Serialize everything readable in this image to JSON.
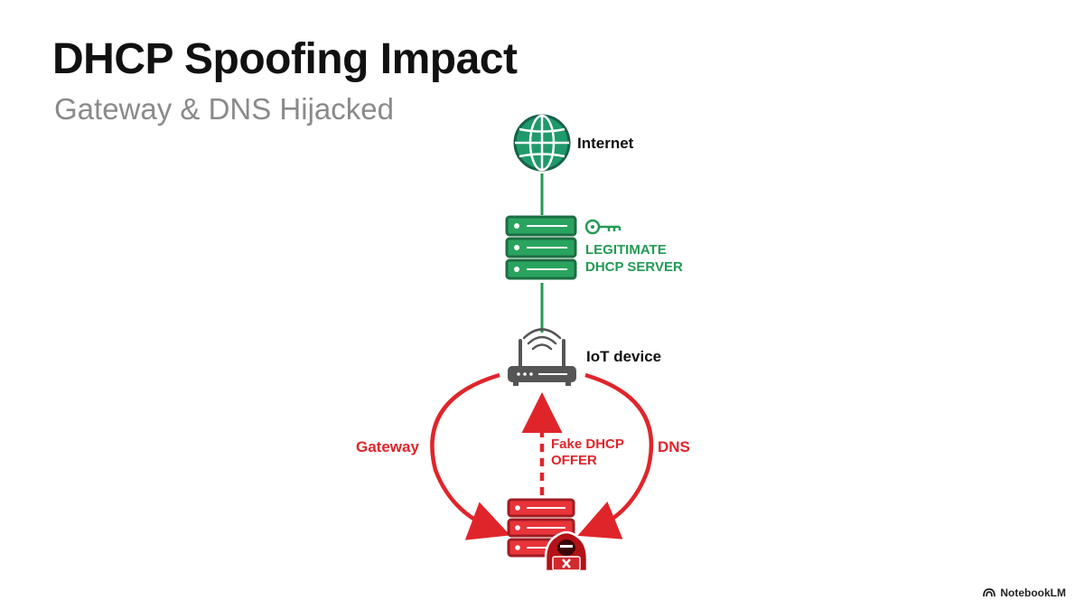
{
  "slide": {
    "title": "DHCP Spoofing Impact",
    "subtitle": "Gateway & DNS Hijacked"
  },
  "diagram": {
    "nodes": {
      "internet": {
        "label": "Internet",
        "icon": "globe-icon"
      },
      "legit_server": {
        "label_line1": "LEGITIMATE",
        "label_line2": "DHCP SERVER",
        "icon": "server-icon",
        "badge_icon": "key-icon"
      },
      "iot_device": {
        "label": "IoT device",
        "icon": "router-icon"
      },
      "rogue_server": {
        "icon": "server-icon",
        "badge_icon": "hacker-icon"
      }
    },
    "edges": {
      "gateway": "Gateway",
      "dns": "DNS",
      "fake_offer_line1": "Fake DHCP",
      "fake_offer_line2": "OFFER"
    }
  },
  "brand": {
    "label": "NotebookLM"
  },
  "colors": {
    "legit": "#239a54",
    "attack": "#e0252a",
    "device": "#555555",
    "globe": "#1f9a6b",
    "text": "#111111",
    "subtitle": "#8a8a8a"
  }
}
